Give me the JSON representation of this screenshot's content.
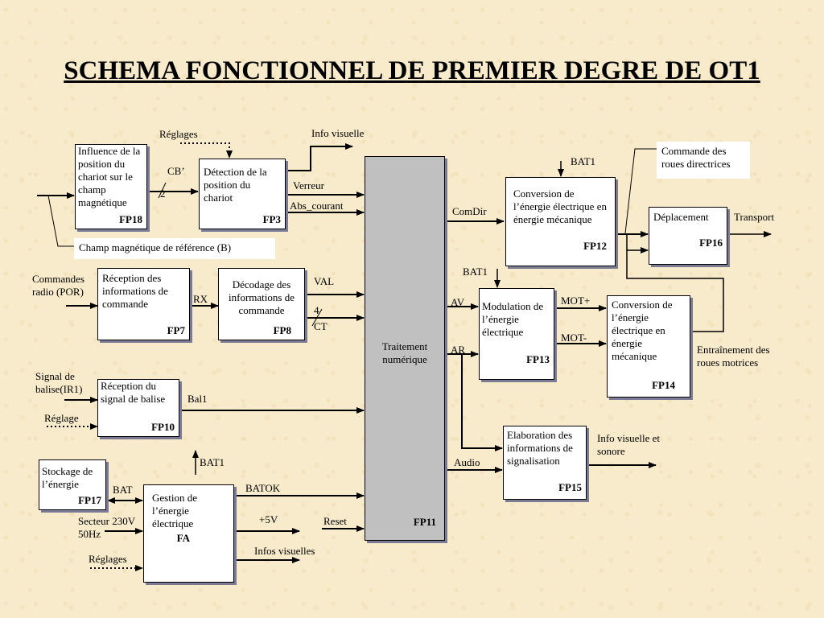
{
  "title": "SCHEMA FONCTIONNEL DE PREMIER DEGRE DE OT1",
  "blocks": {
    "fp18": {
      "text": "Influence de la position du chariot sur le champ magnétique",
      "id": "FP18"
    },
    "fp3": {
      "text": "Détection de  la position du chariot",
      "id": "FP3"
    },
    "fp7": {
      "text": "Réception des informations de commande",
      "id": "FP7"
    },
    "fp8": {
      "text": "Décodage des informations de commande",
      "id": "FP8"
    },
    "fp10": {
      "text": "Réception du signal de balise",
      "id": "FP10"
    },
    "fp17": {
      "text": "Stockage de l’énergie",
      "id": "FP17"
    },
    "fa": {
      "text": "Gestion de l’énergie électrique",
      "id": "FA"
    },
    "fp11": {
      "text": "Traitement numérique",
      "id": "FP11"
    },
    "fp12": {
      "text": "Conversion de l’énergie électrique en énergie mécanique",
      "id": "FP12"
    },
    "fp16": {
      "text": "Déplacement",
      "id": "FP16"
    },
    "fp13": {
      "text": "Modulation de l’énergie électrique",
      "id": "FP13"
    },
    "fp14": {
      "text": "Conversion de l’énergie électrique en énergie mécanique",
      "id": "FP14"
    },
    "fp15": {
      "text": "Elaboration des informations de signalisation",
      "id": "FP15"
    }
  },
  "notes": {
    "champ": "Champ magnétique de référence (B)",
    "commande_roues": "Commande des roues directrices"
  },
  "labels": {
    "reglages_top": "Réglages",
    "info_visuelle": "Info visuelle",
    "cb": "CB’",
    "two": "2",
    "verreur": "Verreur",
    "abs_courant": "Abs_courant",
    "comdir": "ComDir",
    "bat1_a": "BAT1",
    "bat1_b": "BAT1",
    "bat1_c": "BAT1",
    "transport": "Transport",
    "commandes_radio": "Commandes radio (POR)",
    "rx": "RX",
    "val": "VAL",
    "four": "4",
    "ct": "CT",
    "av": "AV",
    "ar": "AR",
    "mot_plus": "MOT+",
    "mot_minus": "MOT-",
    "entrainement": "Entraînement des roues motrices",
    "signal_balise": "Signal de balise(IR1)",
    "reglage": "Réglage",
    "bal1": "Bal1",
    "audio": "Audio",
    "info_visuelle_sonore": "Info visuelle et sonore",
    "bat": "BAT",
    "batok": "BATOK",
    "secteur": "Secteur 230V 50Hz",
    "plus5v": "+5V",
    "reset": "Reset",
    "reglages_bottom": "Réglages",
    "infos_visuelles": "Infos visuelles"
  }
}
